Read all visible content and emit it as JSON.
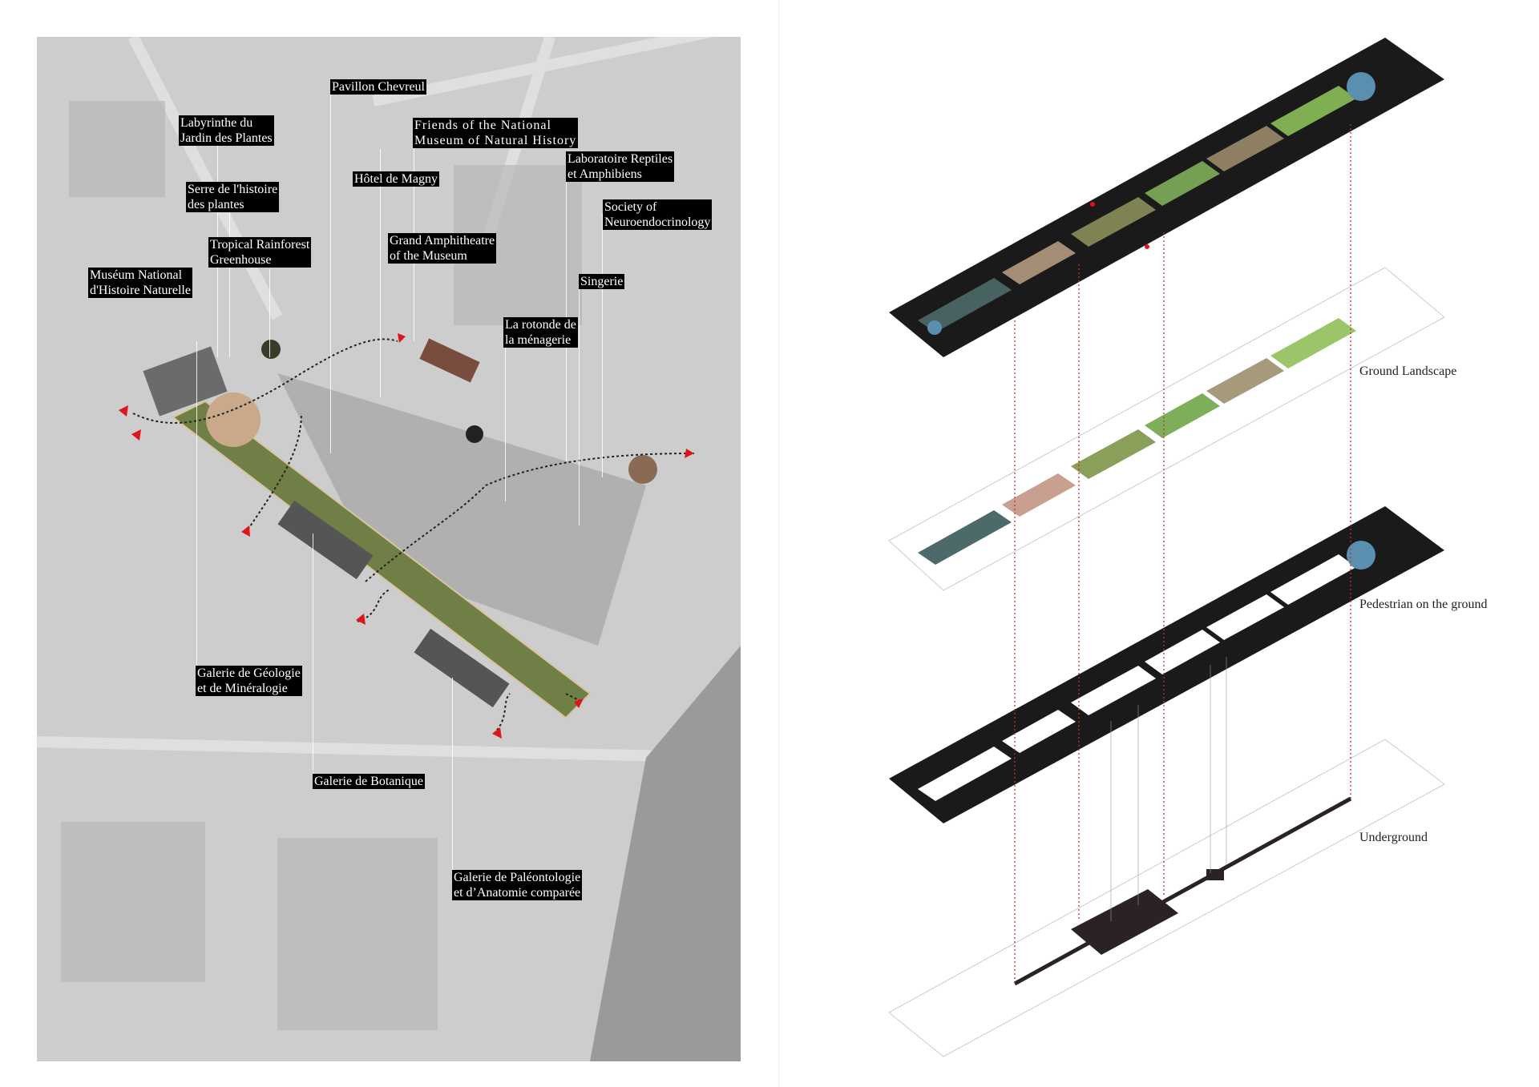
{
  "map": {
    "labels": [
      {
        "id": "pavillon-chevreul",
        "lines": [
          "Pavillon Chevreul"
        ]
      },
      {
        "id": "labyrinthe",
        "lines": [
          "Labyrinthe du",
          "Jardin des Plantes"
        ]
      },
      {
        "id": "friends-museum",
        "lines": [
          "Friends of the National",
          "Museum of Natural History"
        ]
      },
      {
        "id": "laboratoire-reptiles",
        "lines": [
          "Laboratoire Reptiles",
          "et Amphibiens"
        ]
      },
      {
        "id": "serre-histoire",
        "lines": [
          "Serre de l'histoire",
          "des plantes"
        ]
      },
      {
        "id": "hotel-magny",
        "lines": [
          "Hôtel de Magny"
        ]
      },
      {
        "id": "society-neuro",
        "lines": [
          "Society of",
          "Neuroendocrinology"
        ]
      },
      {
        "id": "tropical-rainforest",
        "lines": [
          "Tropical Rainforest",
          "Greenhouse"
        ]
      },
      {
        "id": "grand-amphitheatre",
        "lines": [
          "Grand Amphitheatre",
          "of the Museum"
        ]
      },
      {
        "id": "museum-national",
        "lines": [
          "Muséum National",
          "d'Histoire Naturelle"
        ]
      },
      {
        "id": "singerie",
        "lines": [
          "Singerie"
        ]
      },
      {
        "id": "rotonde",
        "lines": [
          "La rotonde de",
          "la ménagerie"
        ]
      },
      {
        "id": "galerie-geologie",
        "lines": [
          "Galerie de Géologie",
          "et de Minéralogie"
        ]
      },
      {
        "id": "galerie-botanique",
        "lines": [
          "Galerie de Botanique"
        ]
      },
      {
        "id": "galerie-paleontologie",
        "lines": [
          "Galerie de Paléontologie",
          "et d’Anatomie comparée"
        ]
      }
    ],
    "colors": {
      "entrance_marker": "#e0141c",
      "garden": "#6f7f45",
      "background": "#cfcfcf"
    }
  },
  "diagram": {
    "layers": [
      {
        "label": "Ground Landscape"
      },
      {
        "label": "Pedestrian on the ground"
      },
      {
        "label": "Underground"
      }
    ],
    "colors": {
      "connector": "#c0302a",
      "slab": "#1a1a1a"
    }
  }
}
